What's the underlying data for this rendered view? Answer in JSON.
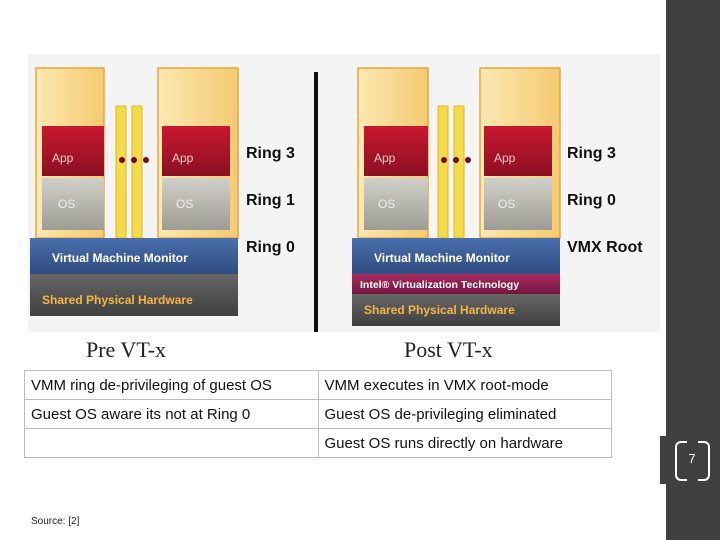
{
  "slide_number": "7",
  "source": "Source: [2]",
  "diagram": {
    "pre": {
      "app_label": "App",
      "os_label": "OS",
      "vmm_label": "Virtual Machine Monitor",
      "hw_label": "Shared Physical Hardware",
      "rings": [
        "Ring 3",
        "Ring 1",
        "Ring 0"
      ],
      "caption": "Pre VT-x"
    },
    "post": {
      "app_label": "App",
      "os_label": "OS",
      "vmm_label": "Virtual Machine Monitor",
      "vt_label": "Intel® Virtualization Technology",
      "hw_label": "Shared Physical Hardware",
      "rings": [
        "Ring 3",
        "Ring 0",
        "VMX Root"
      ],
      "caption": "Post VT-x"
    }
  },
  "comparison": {
    "rows": [
      [
        "VMM ring de-privileging of guest OS",
        "VMM executes in VMX root-mode"
      ],
      [
        "Guest OS aware its not at Ring 0",
        "Guest OS de-privileging eliminated"
      ],
      [
        "",
        "Guest OS runs directly on hardware"
      ]
    ]
  },
  "colors": {
    "app": "#a8122a",
    "os": "#b8b8b0",
    "vmm": "#3c5f9a",
    "vt": "#8e1f4c",
    "hw": "#535353",
    "frame": "#f2b23a",
    "sidebar": "#404040"
  }
}
